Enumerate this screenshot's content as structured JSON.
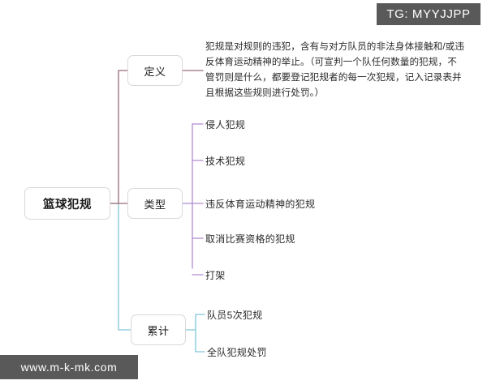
{
  "badges": {
    "telegram": "TG: MYYJJPP",
    "website": "www.m-k-mk.com"
  },
  "mindmap": {
    "root": {
      "label": "篮球犯规"
    },
    "branches": [
      {
        "id": "definition",
        "label": "定义",
        "color": "#9c6b75",
        "body": "犯规是对规则的违犯，含有与对方队员的非法身体接触和/或违反体育运动精神的举止。（可宣判一个队任何数量的犯规，不管罚则是什么，都要登记犯规者的每一次犯规，记入记录表并且根据这些规则进行处罚。）"
      },
      {
        "id": "types",
        "label": "类型",
        "color": "#b08bd1",
        "items": [
          "侵人犯规",
          "技术犯规",
          "违反体育运动精神的犯规",
          "取消比赛资格的犯规",
          "打架"
        ]
      },
      {
        "id": "cumulative",
        "label": "累计",
        "color": "#7fc6d9",
        "items": [
          "队员5次犯规",
          "全队犯规处罚"
        ]
      }
    ]
  },
  "colors": {
    "root_connector": "#7fc6d9",
    "node_border": "#d9d9d9",
    "text": "#2b2b2b",
    "badge_bg": "#595959"
  }
}
